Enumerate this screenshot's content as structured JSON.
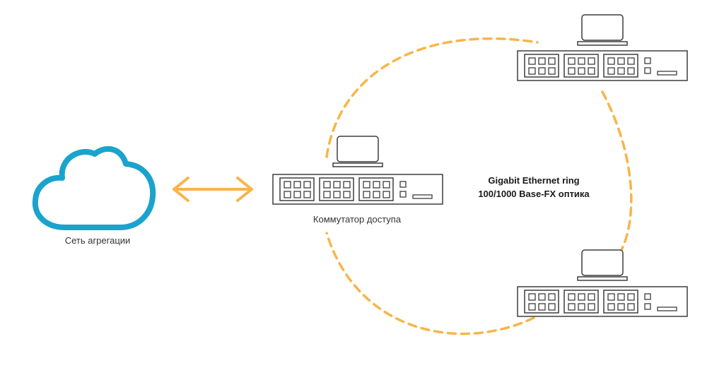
{
  "labels": {
    "aggregation_network": "Сеть агрегации",
    "access_switch": "Коммутатор доступа",
    "ring_title": "Gigabit Ethernet ring",
    "ring_subtitle": "100/1000 Base-FX оптика"
  },
  "colors": {
    "cloud": "#1aa3cc",
    "link": "#f7b54a",
    "device_stroke": "#3d3d3d"
  },
  "icons": {
    "cloud": "cloud-icon",
    "switch": "network-switch-icon",
    "laptop": "laptop-icon",
    "arrow": "bidirectional-arrow-icon"
  }
}
